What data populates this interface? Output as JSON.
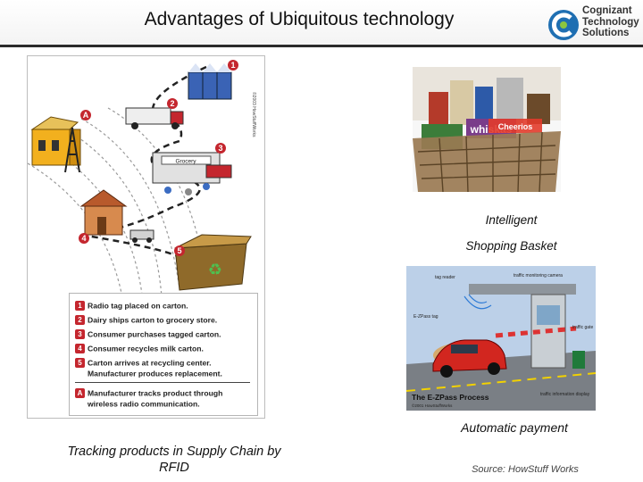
{
  "slide": {
    "title": "Advantages of Ubiquitous technology",
    "logo_lines": [
      "Cognizant",
      "Technology",
      "Solutions"
    ]
  },
  "rfid_diagram": {
    "copyright": "©2003 HowStuffWorks",
    "steps": [
      {
        "marker": "1",
        "text": "Radio tag placed on carton."
      },
      {
        "marker": "2",
        "text": "Dairy ships carton to grocery store."
      },
      {
        "marker": "3",
        "text": "Consumer purchases tagged carton."
      },
      {
        "marker": "4",
        "text": "Consumer recycles milk carton."
      },
      {
        "marker": "5",
        "text": "Carton arrives at recycling center."
      },
      {
        "marker": "",
        "text": "Manufacturer produces replacement."
      },
      {
        "marker": "A",
        "text": "Manufacturer tracks product through"
      },
      {
        "marker": "",
        "text": "wireless radio communication."
      }
    ],
    "store_sign": "Grocery",
    "caption_lines": [
      "Tracking products in Supply Chain by",
      "RFID"
    ]
  },
  "basket": {
    "caption_lines": [
      "Intelligent",
      "Shopping Basket"
    ],
    "labels": [
      "whiskas",
      "Cheerios"
    ]
  },
  "ezpass": {
    "labels": {
      "tag_reader": "tag reader",
      "camera": "traffic monitoring camera",
      "ezpass_tag": "E-ZPass tag",
      "gate": "traffic gate",
      "display": "traffic information display",
      "title": "The E-ZPass Process",
      "copyright": "©2001 HowStuffWorks"
    },
    "caption": "Automatic payment"
  },
  "source": "Source: HowStuff Works",
  "colors": {
    "accent_red": "#c4262e",
    "rule": "#2a2a2a",
    "logo_blue": "#1f6fb2"
  }
}
